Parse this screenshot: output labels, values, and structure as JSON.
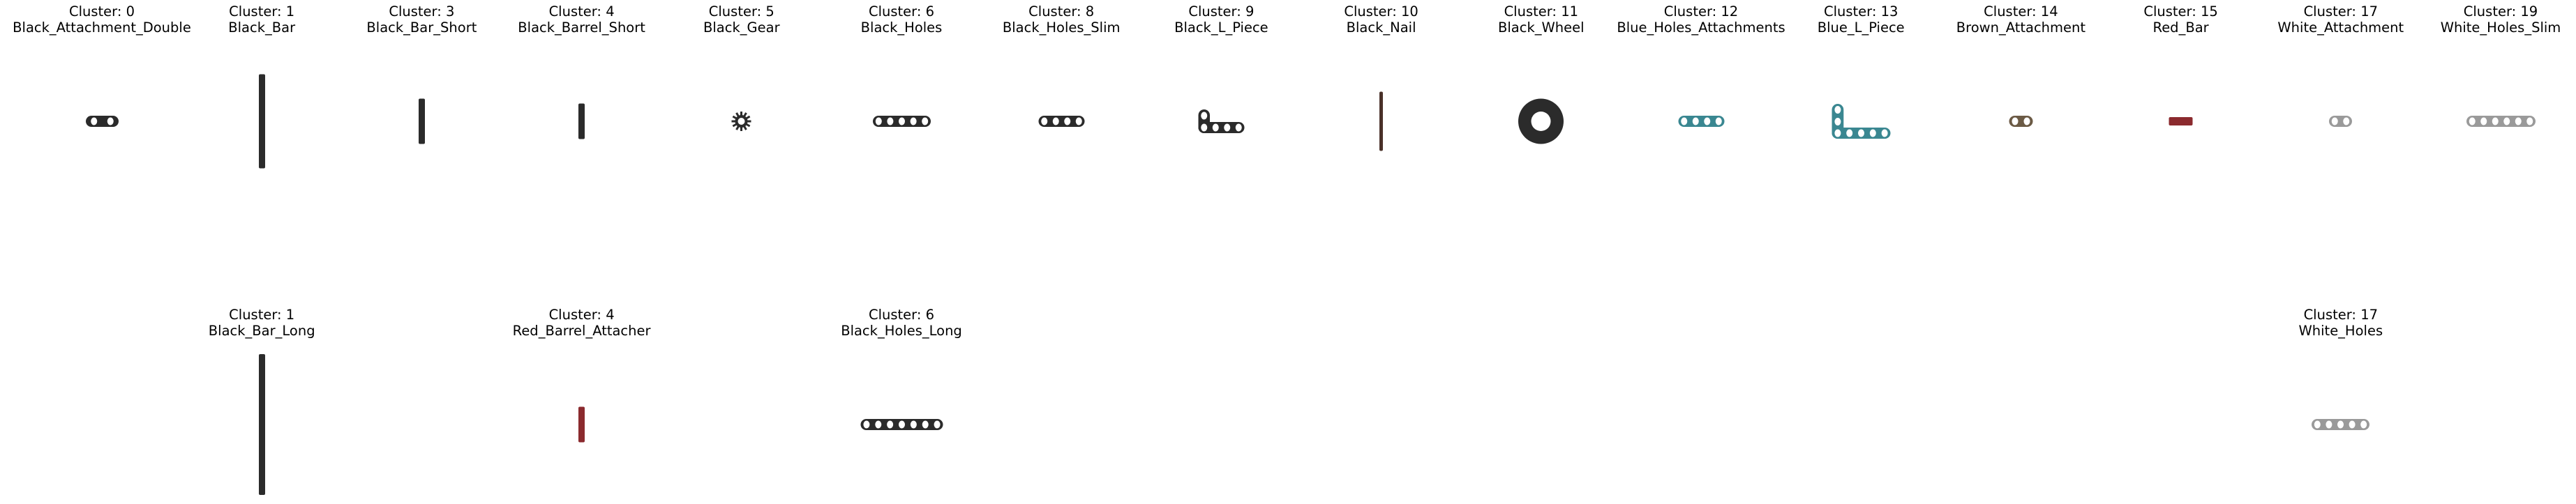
{
  "panels": [
    {
      "cluster": "Cluster: 0",
      "name": "Black_Attachment_Double",
      "piece": {
        "shape": "capsule-holes",
        "holes": 2,
        "color": "#2b2b2b"
      }
    },
    {
      "cluster": "Cluster: 1",
      "name": "Black_Bar",
      "piece": {
        "shape": "bar",
        "color": "#2b2b2b"
      }
    },
    {
      "cluster": "Cluster: 3",
      "name": "Black_Bar_Short",
      "piece": {
        "shape": "bar",
        "color": "#2b2b2b"
      }
    },
    {
      "cluster": "Cluster: 4",
      "name": "Black_Barrel_Short",
      "piece": {
        "shape": "bar",
        "color": "#2b2b2b"
      }
    },
    {
      "cluster": "Cluster: 5",
      "name": "Black_Gear",
      "piece": {
        "shape": "gear",
        "color": "#2b2b2b"
      }
    },
    {
      "cluster": "Cluster: 6",
      "name": "Black_Holes",
      "piece": {
        "shape": "capsule-holes",
        "holes": 5,
        "color": "#2b2b2b"
      }
    },
    {
      "cluster": "Cluster: 8",
      "name": "Black_Holes_Slim",
      "piece": {
        "shape": "capsule-holes",
        "holes": 4,
        "color": "#2b2b2b"
      }
    },
    {
      "cluster": "Cluster: 9",
      "name": "Black_L_Piece",
      "piece": {
        "shape": "l-piece",
        "holes": 4,
        "up": 1,
        "color": "#2b2b2b"
      }
    },
    {
      "cluster": "Cluster: 10",
      "name": "Black_Nail",
      "piece": {
        "shape": "bar",
        "color": "#4a3129"
      }
    },
    {
      "cluster": "Cluster: 11",
      "name": "Black_Wheel",
      "piece": {
        "shape": "wheel",
        "color": "#2b2b2b"
      }
    },
    {
      "cluster": "Cluster: 12",
      "name": "Blue_Holes_Attachments",
      "piece": {
        "shape": "capsule-holes",
        "holes": 4,
        "color": "#3a8791"
      }
    },
    {
      "cluster": "Cluster: 13",
      "name": "Blue_L_Piece",
      "piece": {
        "shape": "l-piece",
        "holes": 5,
        "up": 2,
        "color": "#3a8791"
      }
    },
    {
      "cluster": "Cluster: 14",
      "name": "Brown_Attachment",
      "piece": {
        "shape": "capsule-holes",
        "holes": 2,
        "color": "#6b5a45"
      }
    },
    {
      "cluster": "Cluster: 15",
      "name": "Red_Bar",
      "piece": {
        "shape": "bar-h",
        "color": "#8b2a2e"
      }
    },
    {
      "cluster": "Cluster: 17",
      "name": "White_Attachment",
      "piece": {
        "shape": "capsule-holes",
        "holes": 2,
        "color": "#9a9a9a"
      }
    },
    {
      "cluster": "Cluster: 19",
      "name": "White_Holes_Slim",
      "piece": {
        "shape": "capsule-holes",
        "holes": 6,
        "color": "#9a9a9a"
      }
    },
    {
      "cluster": "Cluster: 1",
      "name": "Black_Bar_Long",
      "piece": {
        "shape": "bar",
        "color": "#2b2b2b"
      }
    },
    {
      "cluster": "Cluster: 4",
      "name": "Red_Barrel_Attacher",
      "piece": {
        "shape": "bar",
        "color": "#8b2a2e"
      }
    },
    {
      "cluster": "Cluster: 6",
      "name": "Black_Holes_Long",
      "piece": {
        "shape": "capsule-holes",
        "holes": 7,
        "color": "#2b2b2b"
      }
    },
    {
      "cluster": "Cluster: 17",
      "name": "White_Holes",
      "piece": {
        "shape": "capsule-holes",
        "holes": 5,
        "color": "#9a9a9a"
      }
    }
  ]
}
